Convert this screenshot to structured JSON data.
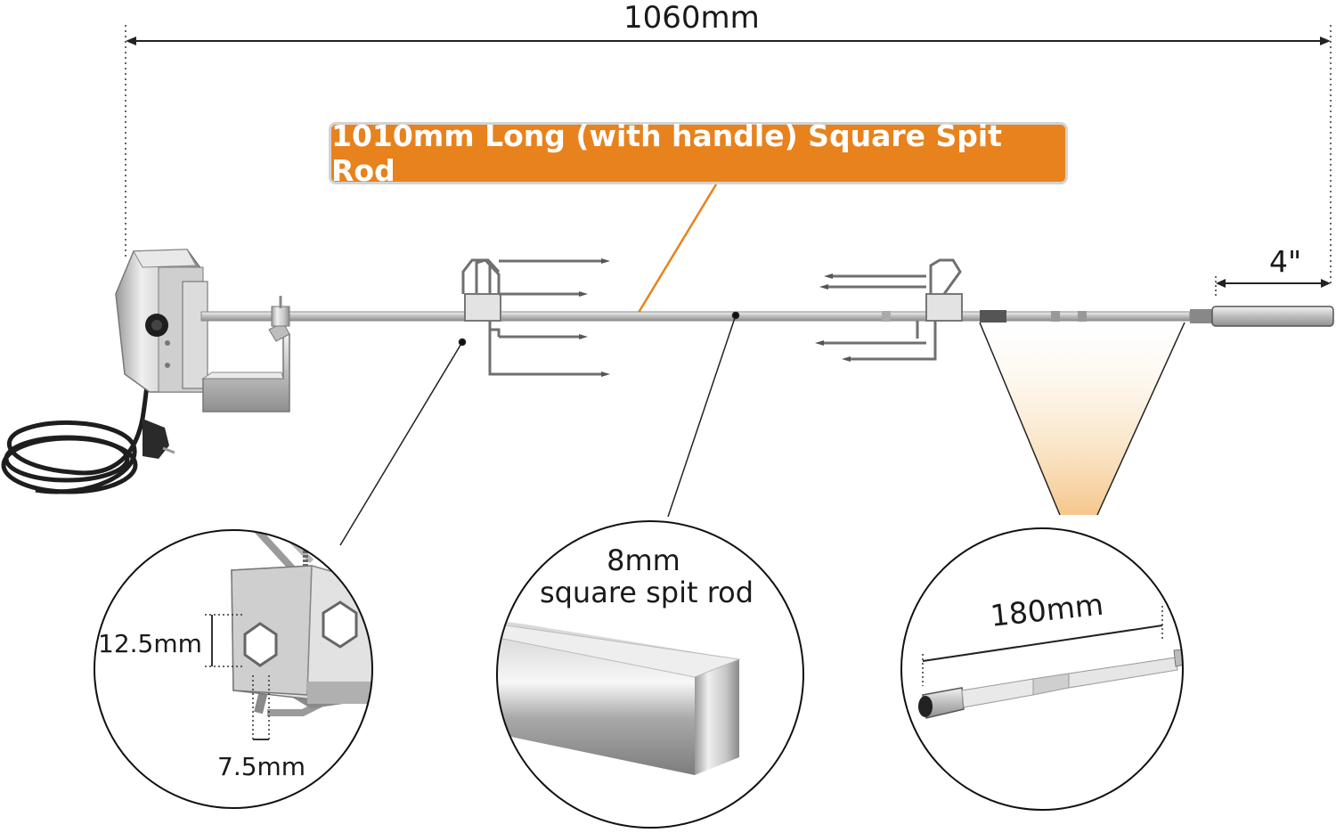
{
  "labels": {
    "overall_length": "1060mm",
    "callout": "1010mm Long (with handle) Square Spit Rod",
    "handle_length": "4\"",
    "rod_size_line1": "8mm",
    "rod_size_line2": "square spit rod",
    "hole_height": "12.5mm",
    "hole_width": "7.5mm",
    "extension_length": "180mm"
  },
  "colors": {
    "accent": "#e8821d",
    "steel_light": "#e6e6e6",
    "steel_dark": "#8a8a8a",
    "cable": "#1e1e1e",
    "glow": "#f4c98c"
  }
}
